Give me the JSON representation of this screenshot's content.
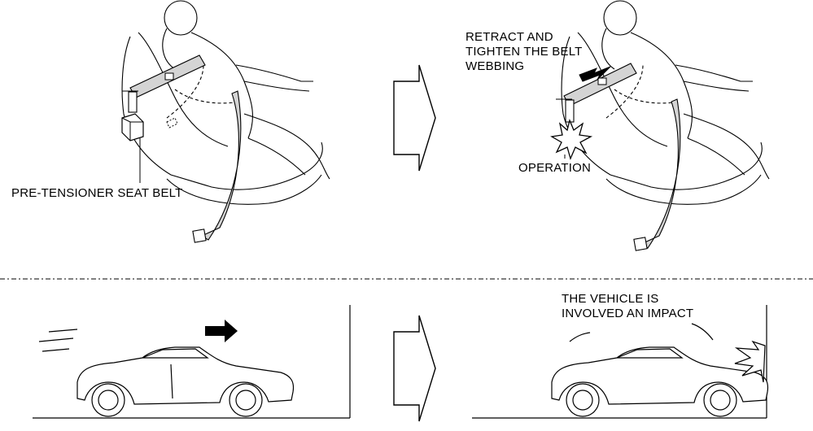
{
  "labels": {
    "pretensioner": "PRE-TENSIONER SEAT BELT",
    "retract_line1": "RETRACT AND",
    "retract_line2": "TIGHTEN THE BELT",
    "retract_line3": "WEBBING",
    "operation": "OPERATION",
    "impact_line1": "THE VEHICLE IS",
    "impact_line2": "INVOLVED AN IMPACT"
  },
  "icons": [
    "transition-arrow-icon",
    "direction-arrow-icon",
    "explosion-icon",
    "impact-burst-icon",
    "belt-pull-arrow-icon"
  ],
  "colors": {
    "line": "#000000",
    "belt_fill": "#cfcfcf",
    "background": "#ffffff"
  }
}
